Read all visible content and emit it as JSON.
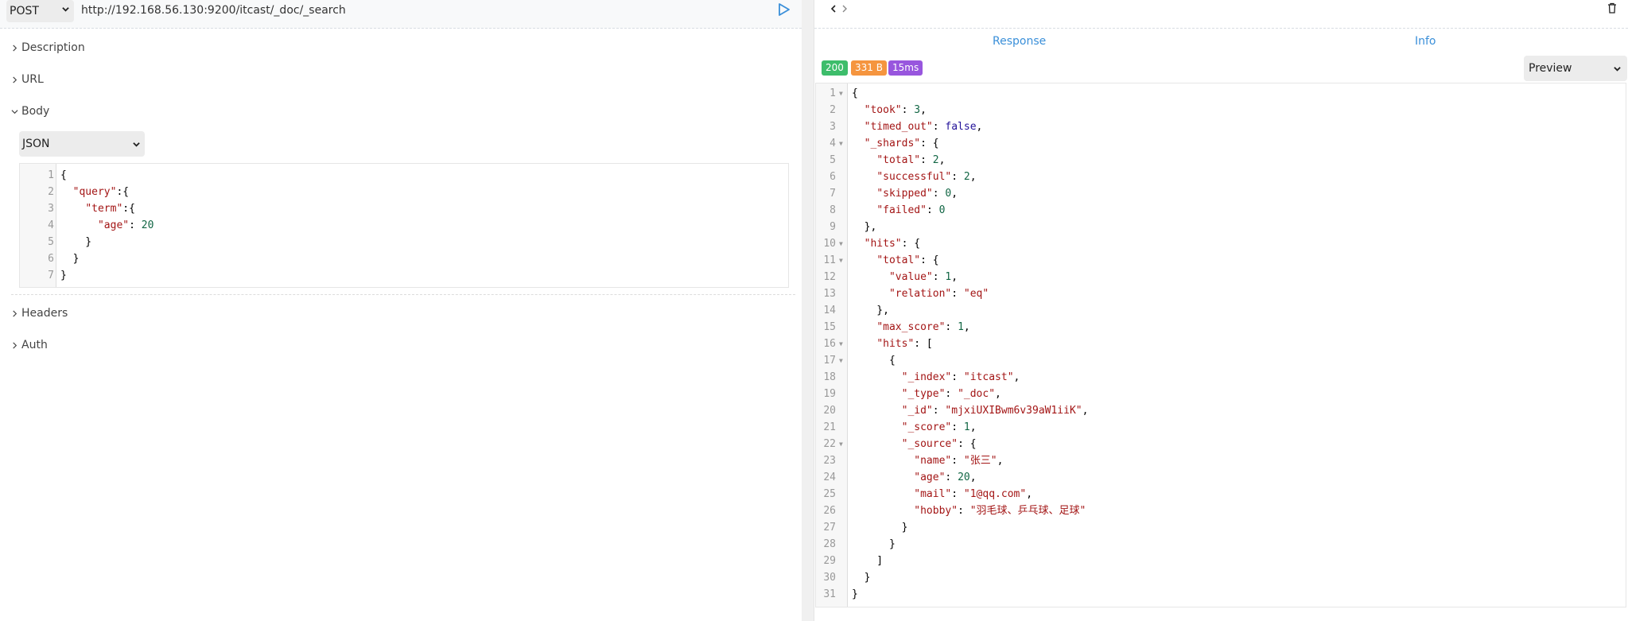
{
  "request": {
    "method": "POST",
    "url": "http://192.168.56.130:9200/itcast/_doc/_search",
    "sections": {
      "description": "Description",
      "url": "URL",
      "body": "Body",
      "headers": "Headers",
      "auth": "Auth"
    },
    "body_type": "JSON",
    "body_lines": [
      "{",
      "  \"query\":{",
      "    \"term\":{",
      "      \"age\": 20",
      "    }",
      "  }",
      "}"
    ]
  },
  "response": {
    "tabs": [
      "Response",
      "Info"
    ],
    "status": "200",
    "size": "331 B",
    "time": "15ms",
    "view_mode": "Preview",
    "colors": {
      "status": "#3dbd6b",
      "size": "#f5953f",
      "time": "#9856de",
      "tab": "#3a8fd9",
      "json_key": "#a31515",
      "json_number": "#116644",
      "json_boolean": "#221199"
    },
    "lines": [
      "{",
      "  \"took\": 3,",
      "  \"timed_out\": false,",
      "  \"_shards\": {",
      "    \"total\": 2,",
      "    \"successful\": 2,",
      "    \"skipped\": 0,",
      "    \"failed\": 0",
      "  },",
      "  \"hits\": {",
      "    \"total\": {",
      "      \"value\": 1,",
      "      \"relation\": \"eq\"",
      "    },",
      "    \"max_score\": 1,",
      "    \"hits\": [",
      "      {",
      "        \"_index\": \"itcast\",",
      "        \"_type\": \"_doc\",",
      "        \"_id\": \"mjxiUXIBwm6v39aW1iiK\",",
      "        \"_score\": 1,",
      "        \"_source\": {",
      "          \"name\": \"张三\",",
      "          \"age\": 20,",
      "          \"mail\": \"1@qq.com\",",
      "          \"hobby\": \"羽毛球、乒乓球、足球\"",
      "        }",
      "      }",
      "    ]",
      "  }",
      "}"
    ],
    "foldable_lines": [
      1,
      4,
      10,
      11,
      16,
      17,
      22
    ]
  }
}
